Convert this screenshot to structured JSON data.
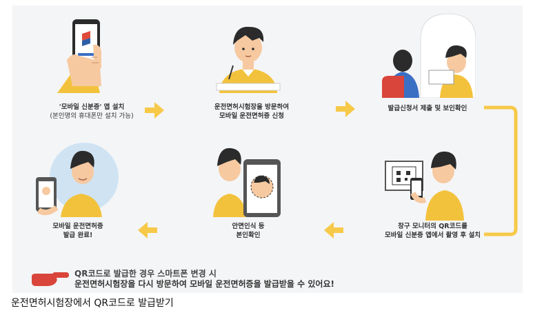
{
  "steps": [
    {
      "id": "step1",
      "line1": "'모바일 신분증' 앱 설치",
      "line2": "(본인명의 휴대폰만 설치 가능)"
    },
    {
      "id": "step2",
      "line1": "운전면허시험장을 방문하여",
      "line2": "모바일 운전면허증 신청"
    },
    {
      "id": "step3",
      "line1": "발급신청서 제출 및 보인확인",
      "line2": ""
    },
    {
      "id": "step4",
      "line1": "창구 모니터의 QR코드를",
      "line2": "모바일 신분증 앱에서 촬영 후 설치"
    },
    {
      "id": "step5",
      "line1": "안면인식 등",
      "line2": "본인확인"
    },
    {
      "id": "step6",
      "line1": "모바일 운전면허증",
      "line2": "발급 완료!"
    }
  ],
  "note": {
    "line1": "QR코드로 발급한 경우 스마트폰 변경 시",
    "line2": "운전면허시험장을 다시 방문하여 모바일 운전면허증을 발급받을 수 있어요!"
  },
  "footer": "운전면허시험장에서 QR코드로 발급받기",
  "colors": {
    "arrow": "#f7c948",
    "shirt": "#f3c23c",
    "skin": "#f6c9a0",
    "hair": "#2b2b2b",
    "pointer": "#d9453a",
    "panel": "#f4f5f7"
  }
}
